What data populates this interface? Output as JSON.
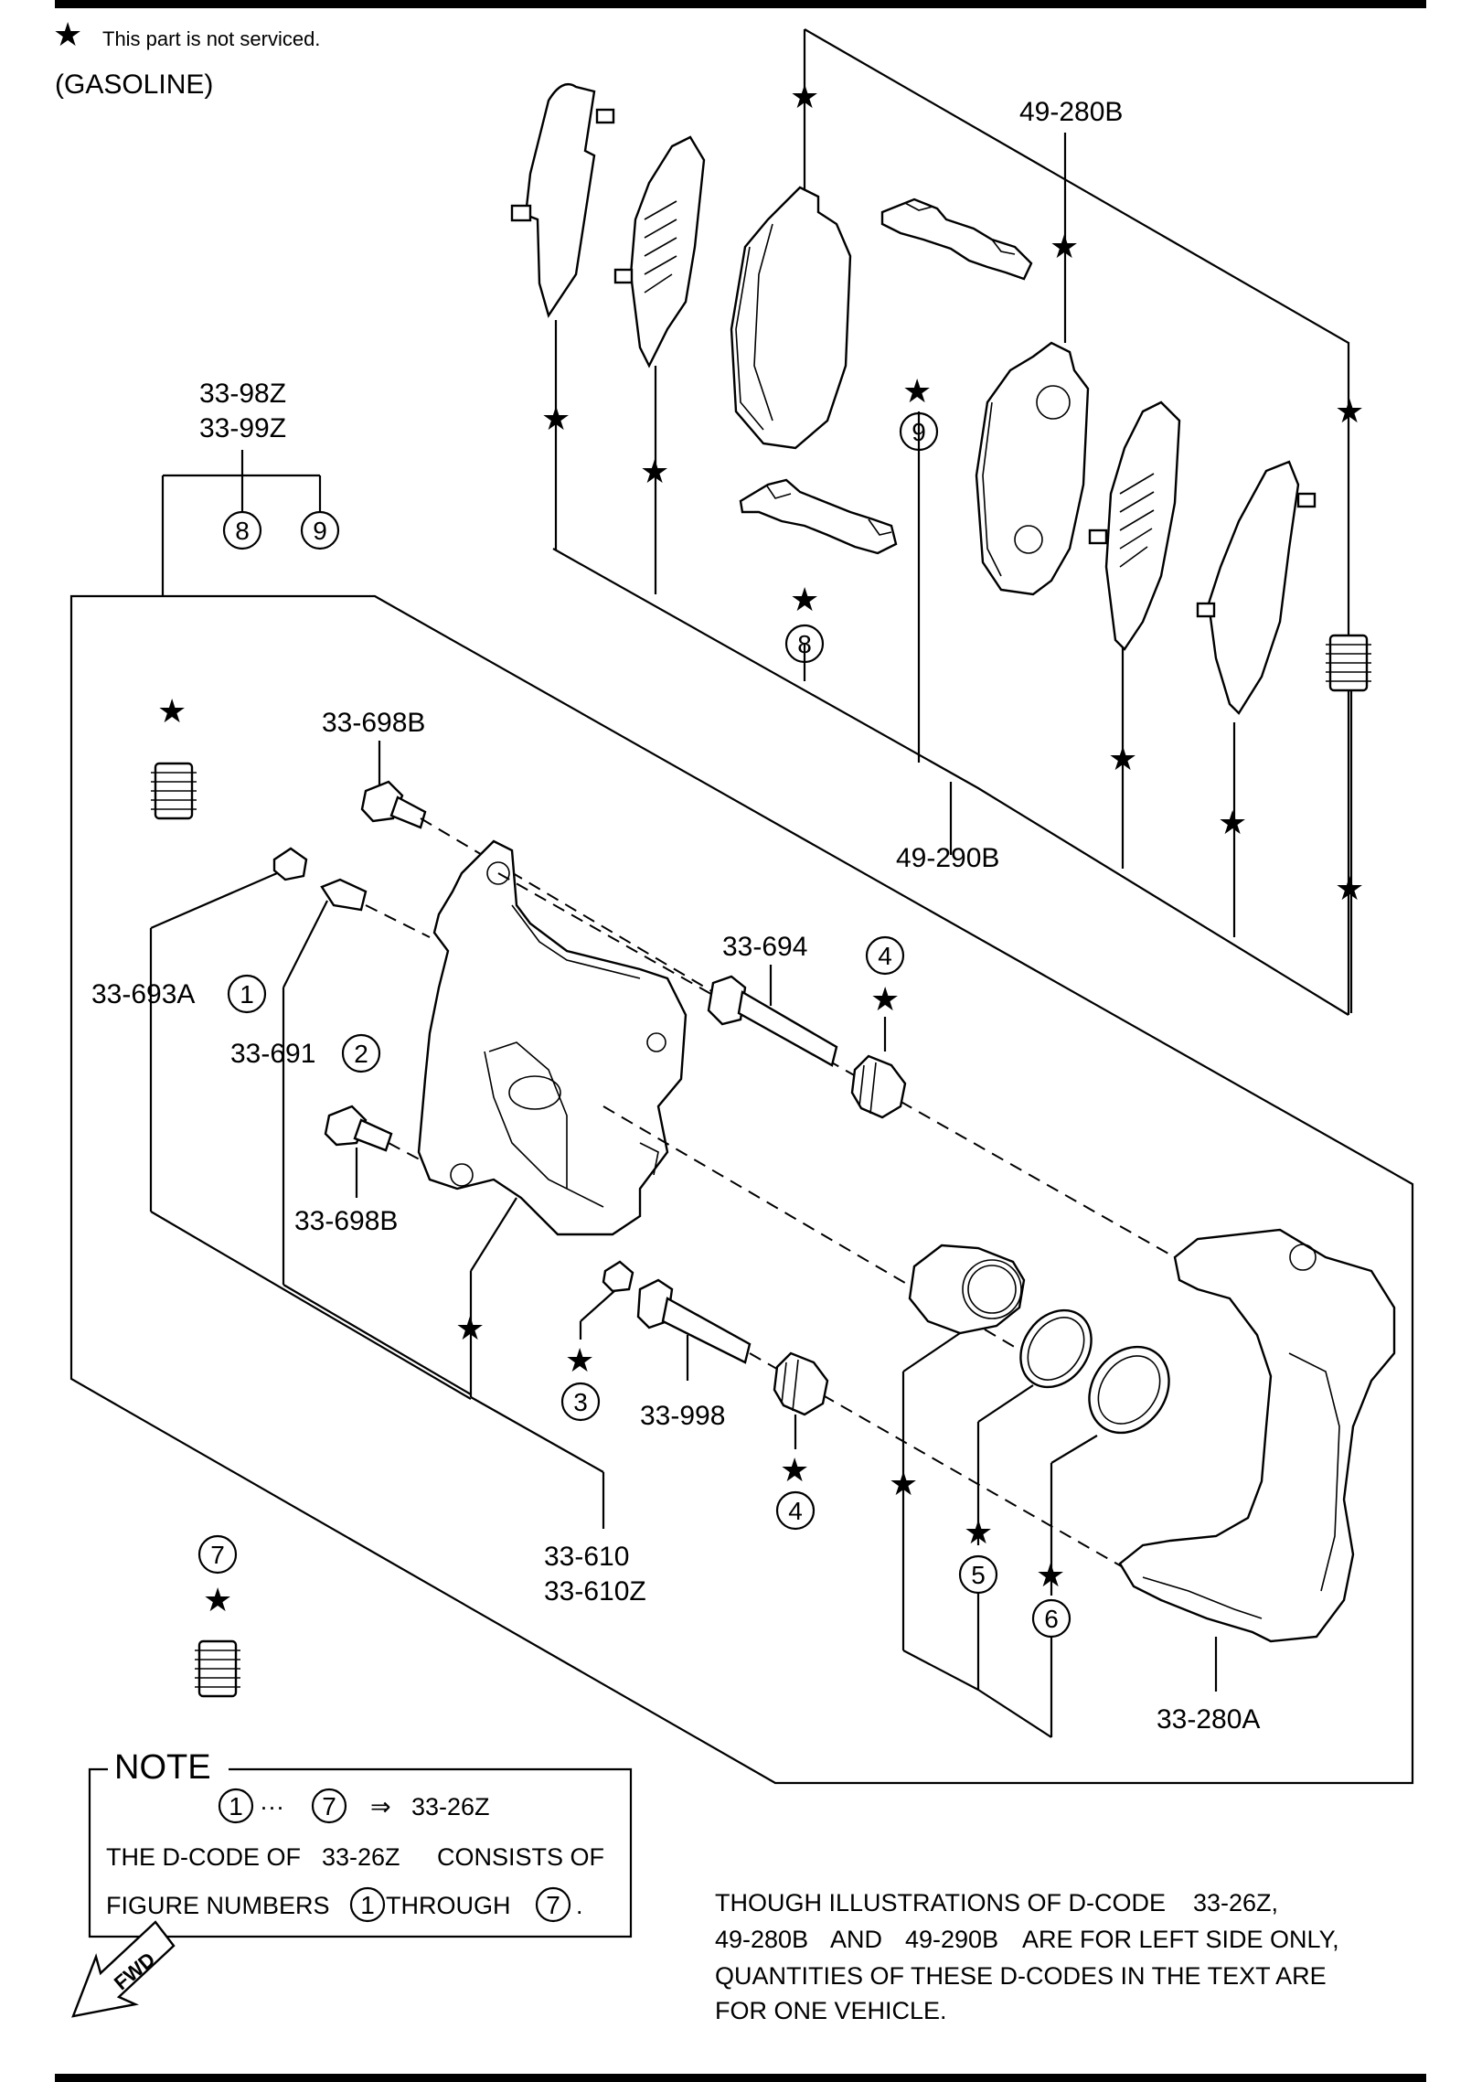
{
  "header": {
    "legend_star": "★",
    "legend_text": "This part is not serviced.",
    "variant": "(GASOLINE)"
  },
  "parts": {
    "pad_kit_upper": "49-280B",
    "pad_kit_lower": "49-290B",
    "clip_8": "33-98Z",
    "clip_9": "33-99Z",
    "bolt_698b_top": "33-698B",
    "bolt_698b_bottom": "33-698B",
    "cap_693a": "33-693A",
    "bleeder_691": "33-691",
    "pin_694": "33-694",
    "pin_998": "33-998",
    "caliper_610": "33-610",
    "caliper_610z": "33-610Z",
    "bracket_280a": "33-280A"
  },
  "callouts": {
    "c1": "1",
    "c2": "2",
    "c3": "3",
    "c4a": "4",
    "c4b": "4",
    "c5": "5",
    "c6": "6",
    "c7": "7",
    "c8a": "8",
    "c8b": "8",
    "c9a": "9",
    "c9b": "9"
  },
  "note": {
    "title": "NOTE",
    "line1_from": "1",
    "line1_dots": "···",
    "line1_to": "7",
    "line1_arrow": "⇒",
    "line1_code": "33-26Z",
    "line2_a": "THE D-CODE OF",
    "line2_code": "33-26Z",
    "line2_b": "CONSISTS OF",
    "line3_a": "FIGURE NUMBERS",
    "line3_from": "1",
    "line3_b": "THROUGH",
    "line3_to": "7",
    "line3_end": "."
  },
  "footnote": {
    "line1_a": "THOUGH ILLUSTRATIONS OF D-CODE",
    "line1_code": "33-26Z,",
    "line2_code1": "49-280B",
    "line2_and": "AND",
    "line2_code2": "49-290B",
    "line2_b": "ARE FOR LEFT SIDE ONLY,",
    "line3": "QUANTITIES OF THESE D-CODES IN THE TEXT ARE",
    "line4": "FOR ONE VEHICLE."
  },
  "fwd_arrow": {
    "label": "FWD"
  }
}
